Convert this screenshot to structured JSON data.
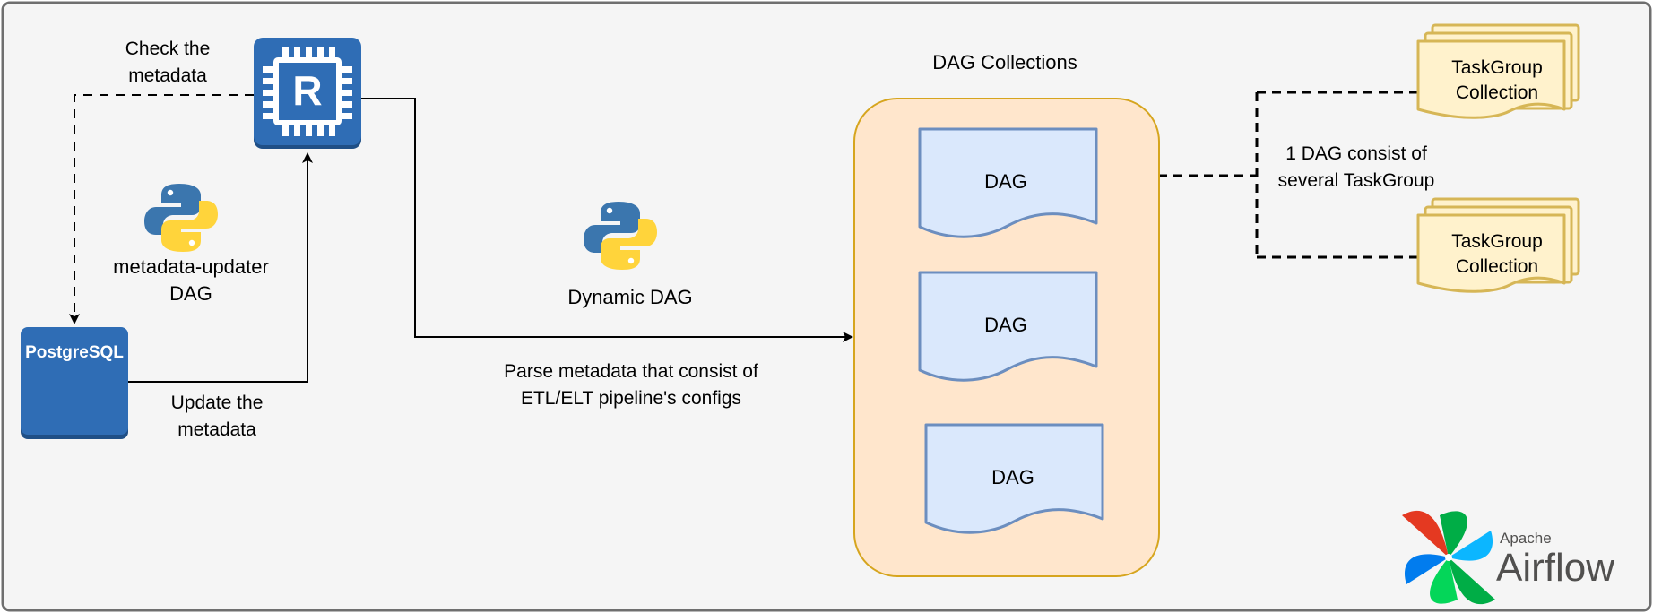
{
  "colors": {
    "background": "#f5f5f5",
    "frame": "#6f6f6f",
    "aws_blue": "#2f6db5",
    "dag_fill": "#dae8fc",
    "dag_stroke": "#6c8ebf",
    "collection_fill": "#ffe6cc",
    "collection_stroke": "#d6a51e",
    "taskgroup_fill": "#fff2cc",
    "taskgroup_stroke": "#d6b656",
    "python_blue": "#3b76ae",
    "python_yellow": "#ffd43b"
  },
  "labels": {
    "check_metadata": [
      "Check the",
      "metadata"
    ],
    "updater_dag": [
      "metadata-updater",
      "DAG"
    ],
    "update_metadata": [
      "Update the",
      "metadata"
    ],
    "dynamic_dag": "Dynamic DAG",
    "parse_metadata": [
      "Parse metadata that consist of",
      "ETL/ELT pipeline's configs"
    ],
    "dag_collections": "DAG Collections",
    "consist_of": [
      "1 DAG consist of",
      "several TaskGroup"
    ]
  },
  "nodes": {
    "r_chip": "R",
    "postgres": "PostgreSQL",
    "dags": [
      "DAG",
      "DAG",
      "DAG"
    ],
    "taskgroups": [
      [
        "TaskGroup",
        "Collection"
      ],
      [
        "TaskGroup",
        "Collection"
      ]
    ]
  },
  "logo": {
    "top": "Apache",
    "bottom": "Airflow"
  },
  "icons": [
    "r-chip-icon",
    "python-icon",
    "python-icon",
    "postgresql-icon",
    "airflow-pinwheel-icon"
  ]
}
